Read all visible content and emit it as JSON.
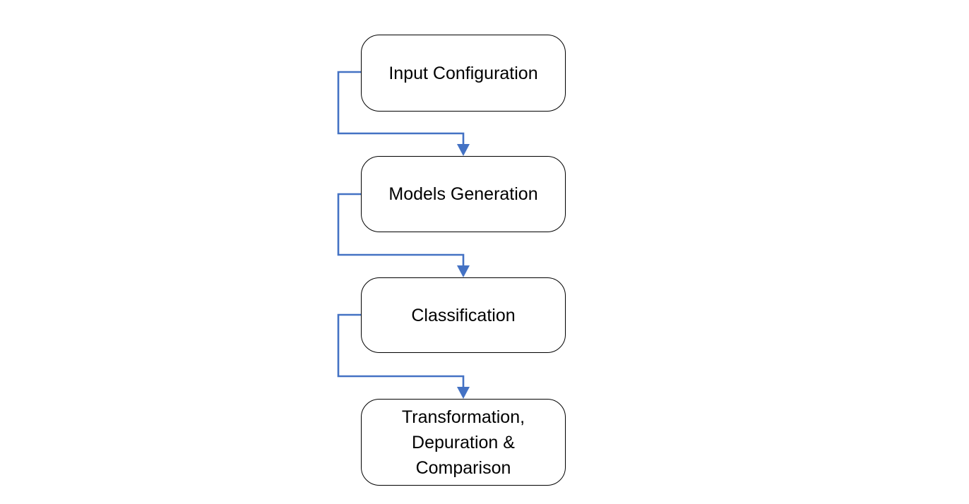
{
  "diagram": {
    "type": "flowchart",
    "connector_color": "#4472C4",
    "steps": [
      {
        "label": "Input Configuration"
      },
      {
        "label": "Models Generation"
      },
      {
        "label": "Classification"
      },
      {
        "label": "Transformation,\nDepuration &\nComparison"
      }
    ]
  }
}
